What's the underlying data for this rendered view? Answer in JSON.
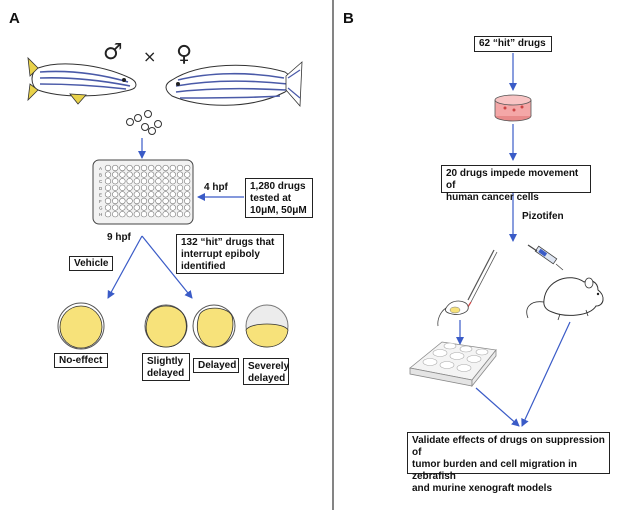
{
  "panels": {
    "a": "A",
    "b": "B"
  },
  "symbols": {
    "male": "♂",
    "female": "♀",
    "cross": "×"
  },
  "panel_a": {
    "plate_wells": "A B C D E F G H",
    "drugs_box": "1,280 drugs\ntested at\n10μM, 50μM",
    "hpf4": "4 hpf",
    "hpf9": "9 hpf",
    "hit_box": "132 “hit” drugs that\ninterrupt epiboly\nidentified",
    "vehicle_box": "Vehicle",
    "outcomes": {
      "no_effect": "No-effect",
      "slightly_delayed": "Slightly\ndelayed",
      "delayed": "Delayed",
      "severely_delayed": "Severely\ndelayed"
    }
  },
  "panel_b": {
    "hits_box": "62 “hit” drugs",
    "impede_box": "20 drugs impede movement of\nhuman cancer cells",
    "pizotifen": "Pizotifen",
    "validate_box": "Validate effects of drugs on suppression of\ntumor burden and cell migration in zebrafish\nand murine xenograft models"
  },
  "colors": {
    "arrow": "#3a5bc7",
    "embryo_yolk": "#f7e27a",
    "fish_stripe": "#4a5aa8",
    "fish_fin": "#e9d24a",
    "dish": "#f4a7a7"
  }
}
